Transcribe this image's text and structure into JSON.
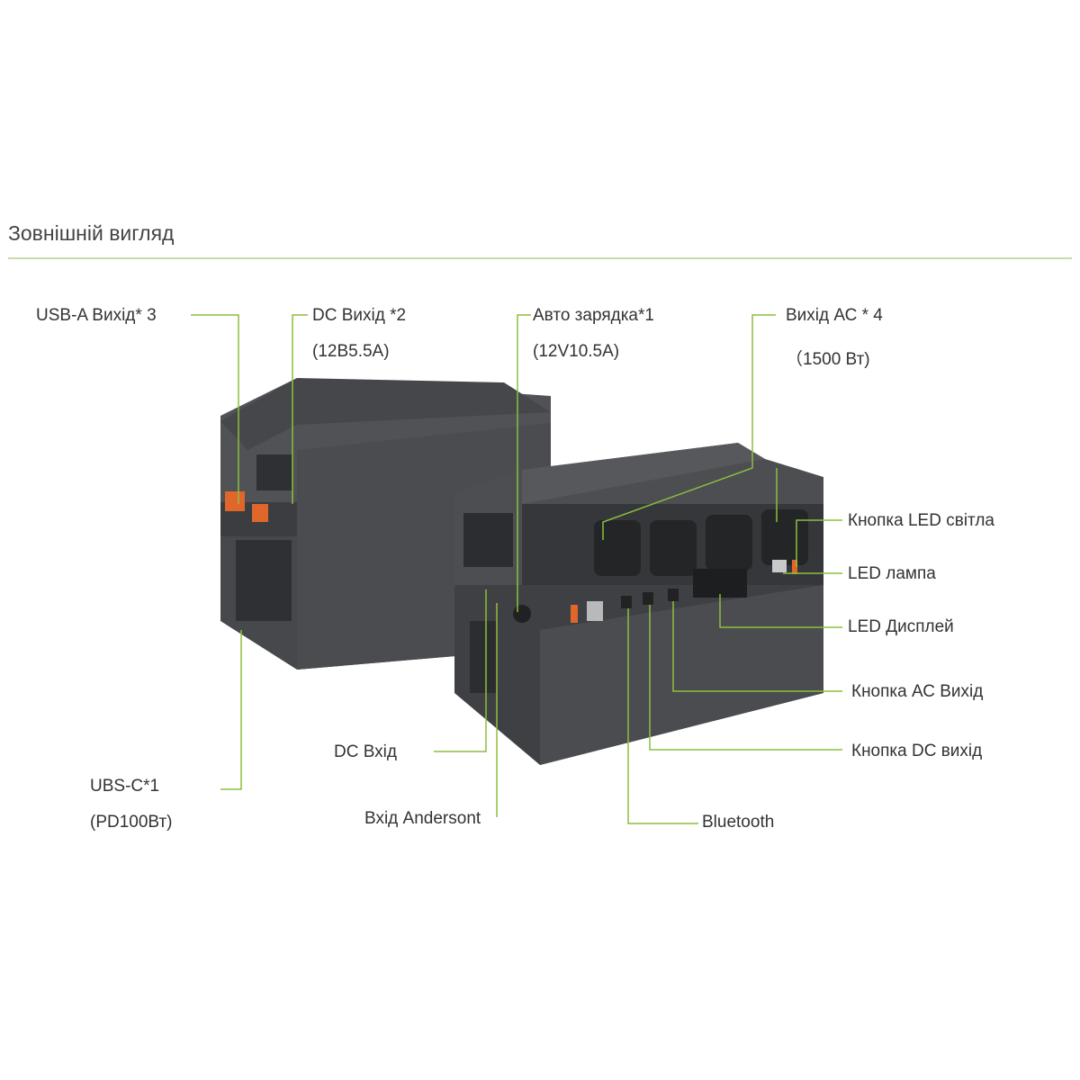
{
  "section_title": "Зовнішній вигляд",
  "colors": {
    "leader_line": "#8cbf3f",
    "rule": "#c8dca8",
    "device_body": "#3a3c3f",
    "device_top": "#4a4c50",
    "port_orange": "#e0662a"
  },
  "callouts": {
    "usb_a": {
      "line1": "USB-A Вихід* 3"
    },
    "dc_out": {
      "line1": "DC Вихід *2",
      "line2": "(12В5.5А)"
    },
    "car_charge": {
      "line1": "Авто зарядка*1",
      "line2": "(12V10.5A)"
    },
    "ac_out": {
      "line1": "Вихід АС * 4",
      "line2": "（1500 Вт)"
    },
    "led_light_button": {
      "line1": "Кнопка LED світла"
    },
    "led_lamp": {
      "line1": "LED лампа"
    },
    "led_display": {
      "line1": "LED Дисплей"
    },
    "ac_button": {
      "line1": "Кнопка АС Вихід"
    },
    "dc_button": {
      "line1": "Кнопка DC вихід"
    },
    "dc_in": {
      "line1": "DC Вхід"
    },
    "anderson_in": {
      "line1": "Вхід Andersont"
    },
    "bluetooth": {
      "line1": "Bluetooth"
    },
    "usb_c": {
      "line1": "UBS-C*1",
      "line2": "(PD100Вт)"
    }
  }
}
